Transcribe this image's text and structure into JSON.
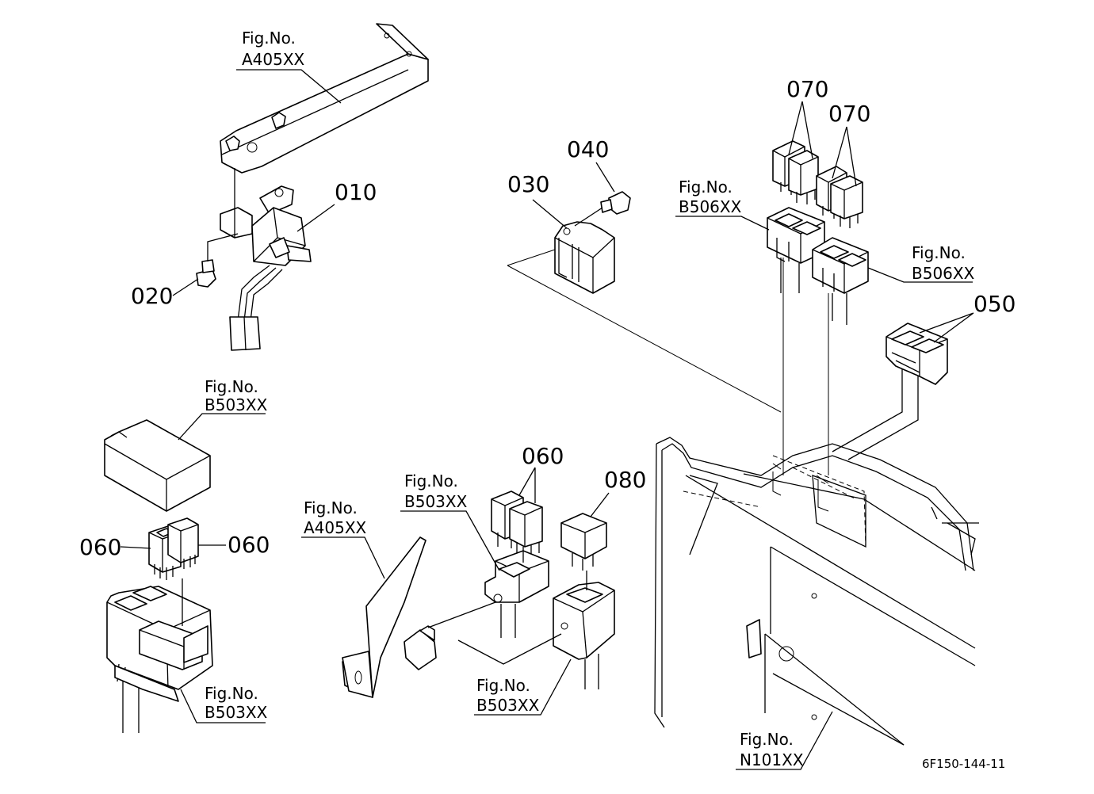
{
  "fig_prefix": "Fig.No.",
  "refs": {
    "a405_top": "A405XX",
    "b503_cover": "B503XX",
    "b506_left": "B506XX",
    "b506_right": "B506XX",
    "b503_mid": "B503XX",
    "a405_mid": "A405XX",
    "b503_bottom_left": "B503XX",
    "b503_bottom_mid": "B503XX",
    "n101": "N101XX"
  },
  "parts": {
    "p010": "010",
    "p020": "020",
    "p030": "030",
    "p040": "040",
    "p050": "050",
    "p060_a": "060",
    "p060_b": "060",
    "p060_c": "060",
    "p070_a": "070",
    "p070_b": "070",
    "p080": "080"
  },
  "drawing_code": "6F150-144-11"
}
